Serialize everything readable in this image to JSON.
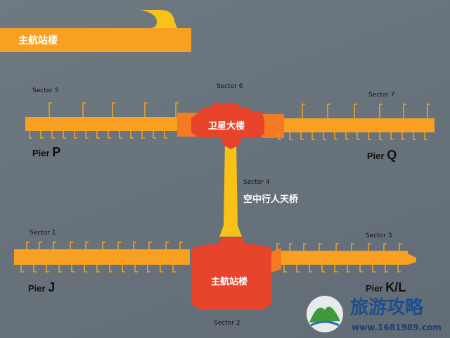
{
  "header": {
    "title": "主航站楼"
  },
  "sectors": {
    "s1": "Sector 1",
    "s2": "Sector 2",
    "s3": "Sector 3",
    "s4": "Sector 4",
    "s5": "Sector 5",
    "s6": "Sector 6",
    "s7": "Sector 7"
  },
  "piers": {
    "p": {
      "prefix": "Pier ",
      "letter": "P"
    },
    "q": {
      "prefix": "Pier ",
      "letter": "Q"
    },
    "j": {
      "prefix": "Pier ",
      "letter": "J"
    },
    "kl": {
      "prefix": "Pier ",
      "letter": "K/L"
    }
  },
  "buildings": {
    "satellite": "卫星大楼",
    "main": "主航站楼",
    "skybridge": "空中行人天桥"
  },
  "watermark": {
    "brand": "旅游攻略",
    "url": "www.1681989.com"
  },
  "colors": {
    "background": "#6a747d",
    "pier_orange": "#f7a021",
    "building_red": "#e8432b",
    "bridge_yellow": "#f9c218",
    "link_orange": "#f47a23"
  }
}
